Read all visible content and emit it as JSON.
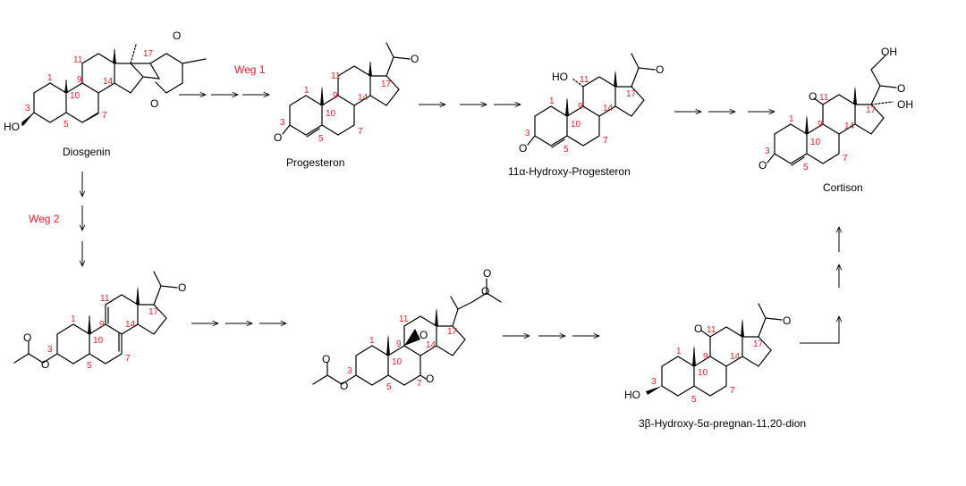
{
  "colors": {
    "numbering": "#e8202a",
    "ink": "#000000",
    "background": "#ffffff"
  },
  "route_labels": {
    "weg1": "Weg 1",
    "weg2": "Weg 2"
  },
  "compound_names": {
    "diosgenin": "Diosgenin",
    "progesteron": "Progesteron",
    "hydroxy_progesteron": "11α-Hydroxy-Progesteron",
    "cortison": "Cortison",
    "dion": "3β-Hydroxy-5α-pregnan-11,20-dion"
  },
  "atom_labels": {
    "ho": "HO",
    "oh": "OH",
    "o": "O"
  },
  "numbers": {
    "n1": "1",
    "n3": "3",
    "n5": "5",
    "n7": "7",
    "n9": "9",
    "n10": "10",
    "n11": "11",
    "n14": "14",
    "n17": "17"
  }
}
